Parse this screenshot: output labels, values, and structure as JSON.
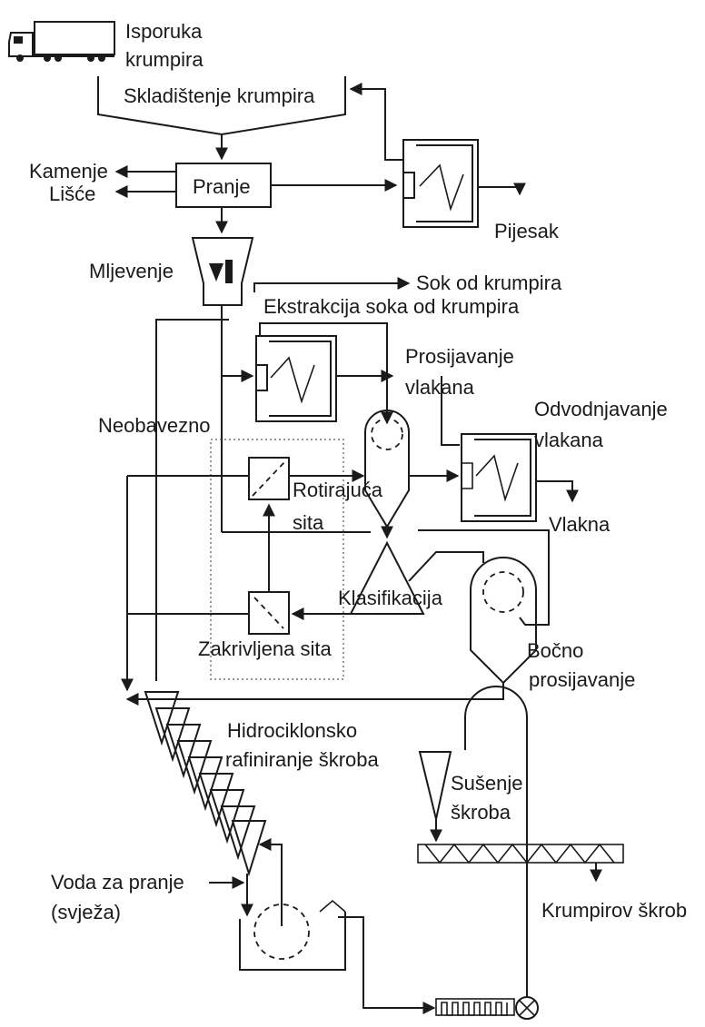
{
  "labels": {
    "delivery_line1": "Isporuka",
    "delivery_line2": "krumpira",
    "storage": "Skladištenje krumpira",
    "stones": "Kamenje",
    "leaves": "Lišće",
    "washing": "Pranje",
    "sand": "Pijesak",
    "milling": "Mljevenje",
    "juice": "Sok od krumpira",
    "juice_extraction": "Ekstrakcija soka od krumpira",
    "fiber_sieving_line1": "Prosijavanje",
    "fiber_sieving_line2": "vlakana",
    "optional": "Neobavezno",
    "fiber_dewatering_line1": "Odvodnjavanje",
    "fiber_dewatering_line2": "vlakana",
    "rotating_sieves_line1": "Rotirajuća",
    "rotating_sieves_line2": "sita",
    "fibers": "Vlakna",
    "classification": "Klasifikacija",
    "curved_sieves": "Zakrivljena sita",
    "side_sieving_line1": "Bočno",
    "side_sieving_line2": "prosijavanje",
    "hydrocyclone_line1": "Hidrociklonsko",
    "hydrocyclone_line2": "rafiniranje škroba",
    "starch_drying_line1": "Sušenje",
    "starch_drying_line2": "škroba",
    "wash_water_line1": "Voda za pranje",
    "wash_water_line2": "(svježa)",
    "potato_starch": "Krumpirov škrob"
  },
  "icons": {
    "truck": "truck-icon",
    "mill": "mill-icon",
    "centrifuge_sieve": "centrifugal-sieve-icon",
    "hydrocyclone": "hydrocyclone-icon",
    "dryer": "dryer-icon",
    "conveyor": "screw-conveyor-icon",
    "valve": "rotary-valve-icon",
    "pump": "pump-icon"
  }
}
